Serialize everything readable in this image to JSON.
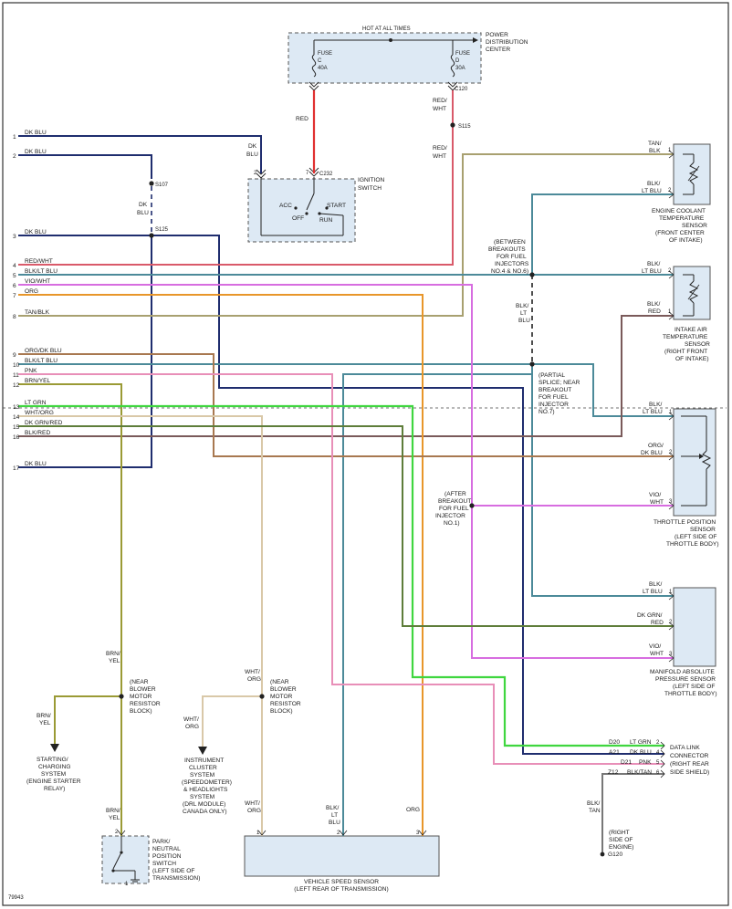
{
  "figure_number": "79943",
  "colors": {
    "dk_blu": "#1f2d6e",
    "red": "#e03030",
    "red_wht": "#d95a6a",
    "blk_lt_blu": "#4c8a99",
    "vio_wht": "#d76de0",
    "org": "#e8962a",
    "tan_blk": "#a8a070",
    "org_dk_blu": "#a87850",
    "pnk": "#e88fb8",
    "brn_yel": "#9a9a35",
    "lt_grn": "#3fd63f",
    "wht_org": "#d9c8a8",
    "dk_grn_red": "#5e7d3a",
    "blk_red": "#7a5a5a",
    "blk_tan": "#777777",
    "splice": "#222222",
    "component_fill": "#dde9f4"
  },
  "pins": [
    {
      "num": "1",
      "label": "DK BLU"
    },
    {
      "num": "2",
      "label": "DK BLU"
    },
    {
      "num": "3",
      "label": "DK BLU"
    },
    {
      "num": "4",
      "label": "RED/WHT"
    },
    {
      "num": "5",
      "label": "BLK/LT BLU"
    },
    {
      "num": "6",
      "label": "VIO/WHT"
    },
    {
      "num": "7",
      "label": "ORG"
    },
    {
      "num": "8",
      "label": "TAN/BLK"
    },
    {
      "num": "9",
      "label": "ORG/DK BLU"
    },
    {
      "num": "10",
      "label": "BLK/LT BLU"
    },
    {
      "num": "11",
      "label": "PNK"
    },
    {
      "num": "12",
      "label": "BRN/YEL"
    },
    {
      "num": "13",
      "label": "LT GRN"
    },
    {
      "num": "14",
      "label": "WHT/ORG"
    },
    {
      "num": "15",
      "label": "DK GRN/RED"
    },
    {
      "num": "16",
      "label": "BLK/RED"
    },
    {
      "num": "17",
      "label": "DK BLU"
    }
  ],
  "power_distribution": {
    "hot_label": "HOT AT ALL TIMES",
    "name_lines": [
      "POWER",
      "DISTRIBUTION",
      "CENTER"
    ],
    "fuse_c": [
      "FUSE",
      "C",
      "40A"
    ],
    "fuse_d": [
      "FUSE",
      "D",
      "30A"
    ]
  },
  "connectors": {
    "c120": "C120",
    "c232": "C232",
    "s107": "S107",
    "s125": "S125",
    "s115": "S115",
    "c232_pin_2": "2",
    "c232_pin_7": "7"
  },
  "ignition_switch": {
    "name_lines": [
      "IGNITION",
      "SWITCH"
    ],
    "acc": "ACC",
    "off": "OFF",
    "start": "START",
    "run": "RUN"
  },
  "wire_labels": {
    "red": "RED",
    "red_wht": [
      "RED/",
      "WHT"
    ],
    "red_wht_2": [
      "RED/",
      "WHT"
    ],
    "dk_blu_ign": [
      "DK",
      "BLU"
    ],
    "dk_blu_mid": [
      "DK",
      "BLU"
    ],
    "blk_lt_blu_vert": [
      "BLK/",
      "LT",
      "BLU"
    ],
    "brn_yel_1": [
      "BRN/",
      "YEL"
    ],
    "brn_yel_2": [
      "BRN/",
      "YEL"
    ],
    "brn_yel_3": [
      "BRN/",
      "YEL"
    ],
    "wht_org_1": [
      "WHT/",
      "ORG"
    ],
    "wht_org_2": [
      "WHT/",
      "ORG"
    ],
    "wht_org_3": [
      "WHT/",
      "ORG"
    ],
    "blk_lt_blu_vss": [
      "BLK/",
      "LT",
      "BLU"
    ],
    "org_vss": "ORG",
    "blk_tan": [
      "BLK/",
      "TAN"
    ]
  },
  "notes": {
    "between_breakouts": [
      "(BETWEEN",
      "BREAKOUTS",
      "FOR FUEL",
      "INJECTORS",
      "NO.4 & NO.6)"
    ],
    "partial_splice": [
      "(PARTIAL",
      "SPLICE; NEAR",
      "BREAKOUT",
      "FOR FUEL",
      "INJECTOR",
      "NO.7)"
    ],
    "after_breakout": [
      "(AFTER",
      "BREAKOUT",
      "FOR FUEL",
      "INJECTOR",
      "NO.1)"
    ],
    "near_blower_1": [
      "(NEAR",
      "BLOWER",
      "MOTOR",
      "RESISTOR",
      "BLOCK)"
    ],
    "near_blower_2": [
      "(NEAR",
      "BLOWER",
      "MOTOR",
      "RESISTOR",
      "BLOCK)"
    ]
  },
  "sensors": {
    "ect": {
      "pin_labels": [
        [
          "TAN/",
          "BLK"
        ],
        [
          "BLK/",
          "LT BLU"
        ]
      ],
      "pins": [
        "1",
        "2"
      ],
      "name_lines": [
        "ENGINE COOLANT",
        "TEMPERATURE",
        "SENSOR",
        "(FRONT CENTER",
        "OF INTAKE)"
      ]
    },
    "iat": {
      "pin_labels": [
        [
          "BLK/",
          "LT BLU"
        ],
        [
          "BLK/",
          "RED"
        ]
      ],
      "pins": [
        "2",
        "1"
      ],
      "name_lines": [
        "INTAKE AIR",
        "TEMPERATURE",
        "SENSOR",
        "(RIGHT FRONT",
        "OF INTAKE)"
      ]
    },
    "tps": {
      "pin_labels": [
        [
          "BLK/",
          "LT BLU"
        ],
        [
          "ORG/",
          "DK BLU"
        ],
        [
          "VIO/",
          "WHT"
        ]
      ],
      "pins": [
        "1",
        "2",
        "3"
      ],
      "name_lines": [
        "THROTTLE POSITION",
        "SENSOR",
        "(LEFT SIDE OF",
        "THROTTLE BODY)"
      ]
    },
    "map": {
      "pin_labels": [
        [
          "BLK/",
          "LT BLU"
        ],
        [
          "DK GRN/",
          "RED"
        ],
        [
          "VIO/",
          "WHT"
        ]
      ],
      "pins": [
        "1",
        "2",
        "3"
      ],
      "name_lines": [
        "MANIFOLD ABSOLUTE",
        "PRESSURE SENSOR",
        "(LEFT SIDE OF",
        "THROTTLE BODY)"
      ]
    }
  },
  "data_link_connector": {
    "name_lines": [
      "DATA LINK",
      "CONNECTOR",
      "(RIGHT REAR",
      "SIDE SHIELD)"
    ],
    "rows": [
      {
        "cavity": "D20",
        "wire": "LT GRN",
        "pin": "2"
      },
      {
        "cavity": "A21",
        "wire": "DK BLU",
        "pin": "4"
      },
      {
        "cavity": "D21",
        "wire": "PNK",
        "pin": "5"
      },
      {
        "cavity": "Z12",
        "wire": "BLK/TAN",
        "pin": "6"
      }
    ]
  },
  "ground": {
    "label_lines": [
      "(RIGHT",
      "SIDE OF",
      "ENGINE)"
    ],
    "name": "G120"
  },
  "starting": {
    "name_lines": [
      "STARTING/",
      "CHARGING",
      "SYSTEM",
      "(ENGINE STARTER",
      "RELAY)"
    ]
  },
  "instrument_cluster": {
    "name_lines": [
      "INSTRUMENT",
      "CLUSTER",
      "SYSTEM",
      "(SPEEDOMETER)",
      "& HEADLIGHTS",
      "SYSTEM",
      "(DRL MODULE)",
      "CANADA ONLY)"
    ]
  },
  "park_neutral": {
    "name_lines": [
      "PARK/",
      "NEUTRAL",
      "POSITION",
      "SWITCH",
      "(LEFT SIDE OF",
      "TRANSMISSION)"
    ],
    "pin_2": "2",
    "pin_1": "1"
  },
  "vehicle_speed_sensor": {
    "name_lines": [
      "VEHICLE SPEED SENSOR",
      "(LEFT REAR OF TRANSMISSION)"
    ],
    "pins": [
      "1",
      "2",
      "3"
    ]
  }
}
